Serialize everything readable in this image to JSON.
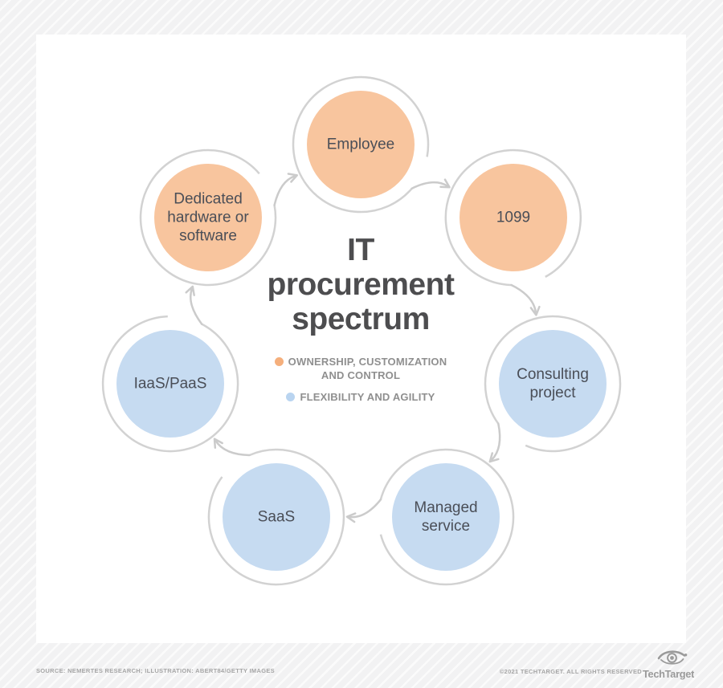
{
  "title": "IT procurement spectrum",
  "legend": {
    "items": [
      {
        "key": "ownership",
        "label": "OWNERSHIP, CUSTOMIZATION AND CONTROL"
      },
      {
        "key": "flexibility",
        "label": "FLEXIBILITY AND AGILITY"
      }
    ]
  },
  "diagram": {
    "nodes": [
      {
        "label": "Employee",
        "category": "ownership"
      },
      {
        "label": "1099",
        "category": "ownership"
      },
      {
        "label": "Consulting project",
        "category": "flexibility"
      },
      {
        "label": "Managed service",
        "category": "flexibility"
      },
      {
        "label": "SaaS",
        "category": "flexibility"
      },
      {
        "label": "IaaS/PaaS",
        "category": "flexibility"
      },
      {
        "label": "Dedicated hardware or software",
        "category": "ownership"
      }
    ]
  },
  "colors": {
    "ownership": "#F8C59E",
    "flexibility": "#C6DBF1",
    "legend_ownership_dot": "#F5AF7C",
    "legend_flexibility_dot": "#B9D4F0",
    "ring": "#D2D2D2",
    "arrow": "#CBCBCB",
    "title_text": "#4D4D4F",
    "node_text": "#4A4E57",
    "legend_text": "#8F8F8F",
    "footer_text": "#A6A6A6",
    "logo": "#9A9A9A"
  },
  "footer": {
    "source": "SOURCE: NEMERTES RESEARCH; ILLUSTRATION: ABERT84/GETTY IMAGES",
    "copyright": "©2021 TECHTARGET. ALL RIGHTS RESERVED",
    "brand": "TechTarget"
  }
}
